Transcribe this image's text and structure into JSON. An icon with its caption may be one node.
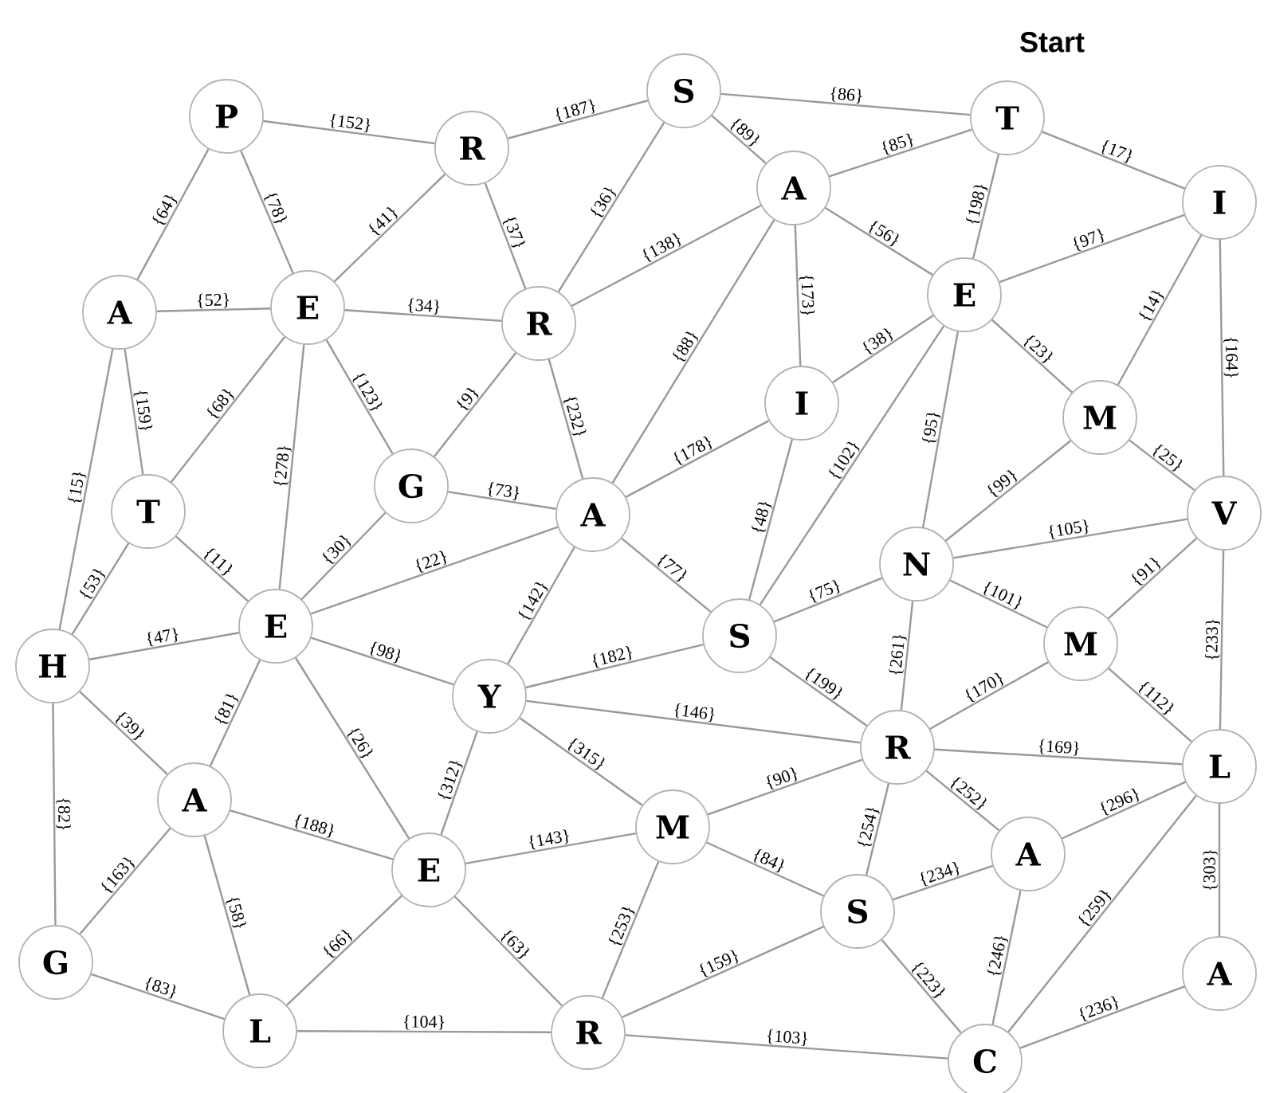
{
  "diagram": {
    "nodes": [
      {
        "text": [
          "P"
        ]
      },
      {
        "text": [
          "R"
        ]
      },
      {
        "text": [
          "S"
        ]
      },
      {
        "text": [
          "T"
        ],
        "beside": [
          "Start"
        ]
      },
      {
        "text": [
          "A"
        ]
      },
      {
        "text": [
          "I"
        ]
      },
      {
        "text": [
          "A"
        ]
      },
      {
        "text": [
          "E"
        ]
      },
      {
        "text": [
          "R"
        ]
      },
      {
        "text": [
          "E"
        ]
      },
      {
        "text": [
          "I"
        ]
      },
      {
        "text": [
          "M"
        ]
      },
      {
        "text": [
          "G"
        ]
      },
      {
        "text": [
          "T"
        ]
      },
      {
        "text": [
          "A"
        ]
      },
      {
        "text": [
          "V"
        ]
      },
      {
        "text": [
          "E"
        ]
      },
      {
        "text": [
          "N"
        ]
      },
      {
        "text": [
          "S"
        ]
      },
      {
        "text": [
          "H"
        ]
      },
      {
        "text": [
          "M"
        ]
      },
      {
        "text": [
          "Y"
        ]
      },
      {
        "text": [
          "R"
        ]
      },
      {
        "text": [
          "L"
        ]
      },
      {
        "text": [
          "A"
        ]
      },
      {
        "text": [
          "M"
        ]
      },
      {
        "text": [
          "E"
        ]
      },
      {
        "text": [
          "A"
        ]
      },
      {
        "text": [
          "S"
        ]
      },
      {
        "text": [
          "G"
        ]
      },
      {
        "text": [
          "L"
        ]
      },
      {
        "text": [
          "R"
        ]
      },
      {
        "text": [
          "A"
        ]
      },
      {
        "text": [
          "C"
        ]
      }
    ],
    "edges": [
      {
        "from": 0,
        "to": 1,
        "arrow": "none",
        "label": "{152}"
      },
      {
        "from": 0,
        "to": 6,
        "arrow": "none",
        "label": "{64}"
      },
      {
        "from": 0,
        "to": 7,
        "arrow": "none",
        "label": "{78}"
      },
      {
        "from": 1,
        "to": 2,
        "arrow": "none",
        "label": "{187}"
      },
      {
        "from": 1,
        "to": 7,
        "arrow": "none",
        "label": "{41}"
      },
      {
        "from": 1,
        "to": 8,
        "arrow": "none",
        "label": "{37}"
      },
      {
        "from": 2,
        "to": 8,
        "arrow": "none",
        "label": "{36}"
      },
      {
        "from": 2,
        "to": 3,
        "arrow": "none",
        "label": "{86}"
      },
      {
        "from": 2,
        "to": 4,
        "arrow": "none",
        "label": "{89}"
      },
      {
        "from": 4,
        "to": 3,
        "arrow": "none",
        "label": "{85}"
      },
      {
        "from": 3,
        "to": 9,
        "arrow": "none",
        "label": "{198}"
      },
      {
        "from": 3,
        "to": 5,
        "arrow": "none",
        "label": "{17}"
      },
      {
        "from": 4,
        "to": 8,
        "arrow": "none",
        "label": "{138}"
      },
      {
        "from": 4,
        "to": 9,
        "arrow": "none",
        "label": "{56}"
      },
      {
        "from": 4,
        "to": 10,
        "arrow": "none",
        "label": "{173}"
      },
      {
        "from": 4,
        "to": 14,
        "arrow": "none",
        "label": "{88}"
      },
      {
        "from": 9,
        "to": 5,
        "arrow": "none",
        "label": "{97}"
      },
      {
        "from": 5,
        "to": 11,
        "arrow": "none",
        "label": "{14}"
      },
      {
        "from": 5,
        "to": 15,
        "arrow": "none",
        "label": "{164}"
      },
      {
        "from": 6,
        "to": 7,
        "arrow": "none",
        "label": "{52}"
      },
      {
        "from": 7,
        "to": 8,
        "arrow": "none",
        "label": "{34}"
      },
      {
        "from": 6,
        "to": 13,
        "arrow": "none",
        "label": "{159}"
      },
      {
        "from": 6,
        "to": 19,
        "arrow": "none",
        "label": "{15}"
      },
      {
        "from": 7,
        "to": 13,
        "arrow": "none",
        "label": "{68}"
      },
      {
        "from": 7,
        "to": 16,
        "arrow": "none",
        "label": "{278}"
      },
      {
        "from": 7,
        "to": 12,
        "arrow": "none",
        "label": "{123}"
      },
      {
        "from": 8,
        "to": 12,
        "arrow": "none",
        "label": "{9}"
      },
      {
        "from": 8,
        "to": 14,
        "arrow": "none",
        "label": "{232}"
      },
      {
        "from": 10,
        "to": 9,
        "arrow": "none",
        "label": "{38}"
      },
      {
        "from": 9,
        "to": 11,
        "arrow": "none",
        "label": "{23}"
      },
      {
        "from": 9,
        "to": 17,
        "arrow": "none",
        "label": "{95}"
      },
      {
        "from": 9,
        "to": 18,
        "arrow": "none",
        "label": "{102}"
      },
      {
        "from": 14,
        "to": 10,
        "arrow": "none",
        "label": "{178}"
      },
      {
        "from": 10,
        "to": 18,
        "arrow": "none",
        "label": "{48}"
      },
      {
        "from": 11,
        "to": 15,
        "arrow": "none",
        "label": "{25}"
      },
      {
        "from": 11,
        "to": 17,
        "arrow": "none",
        "label": "{99}"
      },
      {
        "from": 17,
        "to": 15,
        "arrow": "none",
        "label": "{105}"
      },
      {
        "from": 12,
        "to": 14,
        "arrow": "none",
        "label": "{73}"
      },
      {
        "from": 16,
        "to": 12,
        "arrow": "none",
        "label": "{30}"
      },
      {
        "from": 13,
        "to": 16,
        "arrow": "none",
        "label": "{11}"
      },
      {
        "from": 19,
        "to": 13,
        "arrow": "none",
        "label": "{53}"
      },
      {
        "from": 16,
        "to": 14,
        "arrow": "none",
        "label": "{22}"
      },
      {
        "from": 21,
        "to": 14,
        "arrow": "none",
        "label": "{142}"
      },
      {
        "from": 14,
        "to": 18,
        "arrow": "none",
        "label": "{77}"
      },
      {
        "from": 18,
        "to": 17,
        "arrow": "none",
        "label": "{75}"
      },
      {
        "from": 21,
        "to": 18,
        "arrow": "none",
        "label": "{182}"
      },
      {
        "from": 18,
        "to": 22,
        "arrow": "none",
        "label": "{199}"
      },
      {
        "from": 17,
        "to": 20,
        "arrow": "none",
        "label": "{101}"
      },
      {
        "from": 20,
        "to": 15,
        "arrow": "none",
        "label": "{91}"
      },
      {
        "from": 22,
        "to": 17,
        "arrow": "none",
        "label": "{261}"
      },
      {
        "from": 15,
        "to": 23,
        "arrow": "none",
        "label": "{233}"
      },
      {
        "from": 19,
        "to": 16,
        "arrow": "none",
        "label": "{47}"
      },
      {
        "from": 16,
        "to": 21,
        "arrow": "none",
        "label": "{98}"
      },
      {
        "from": 24,
        "to": 16,
        "arrow": "none",
        "label": "{81}"
      },
      {
        "from": 16,
        "to": 26,
        "arrow": "none",
        "label": "{26}"
      },
      {
        "from": 19,
        "to": 24,
        "arrow": "none",
        "label": "{39}"
      },
      {
        "from": 19,
        "to": 29,
        "arrow": "none",
        "label": "{82}"
      },
      {
        "from": 21,
        "to": 22,
        "arrow": "none",
        "label": "{146}"
      },
      {
        "from": 21,
        "to": 25,
        "arrow": "none",
        "label": "{315}"
      },
      {
        "from": 26,
        "to": 21,
        "arrow": "none",
        "label": "{312}"
      },
      {
        "from": 22,
        "to": 20,
        "arrow": "none",
        "label": "{170}"
      },
      {
        "from": 22,
        "to": 23,
        "arrow": "none",
        "label": "{169}"
      },
      {
        "from": 20,
        "to": 23,
        "arrow": "none",
        "label": "{112}"
      },
      {
        "from": 24,
        "to": 26,
        "arrow": "none",
        "label": "{188}"
      },
      {
        "from": 29,
        "to": 24,
        "arrow": "none",
        "label": "{163}"
      },
      {
        "from": 24,
        "to": 30,
        "arrow": "none",
        "label": "{58}"
      },
      {
        "from": 26,
        "to": 25,
        "arrow": "none",
        "label": "{143}"
      },
      {
        "from": 25,
        "to": 22,
        "arrow": "none",
        "label": "{90}"
      },
      {
        "from": 22,
        "to": 27,
        "arrow": "none",
        "label": "{252}"
      },
      {
        "from": 28,
        "to": 22,
        "arrow": "none",
        "label": "{254}"
      },
      {
        "from": 27,
        "to": 23,
        "arrow": "none",
        "label": "{296}"
      },
      {
        "from": 29,
        "to": 30,
        "arrow": "none",
        "label": "{83}"
      },
      {
        "from": 30,
        "to": 26,
        "arrow": "none",
        "label": "{66}"
      },
      {
        "from": 26,
        "to": 31,
        "arrow": "none",
        "label": "{63}"
      },
      {
        "from": 31,
        "to": 25,
        "arrow": "none",
        "label": "{253}"
      },
      {
        "from": 30,
        "to": 31,
        "arrow": "none",
        "label": "{104}"
      },
      {
        "from": 25,
        "to": 28,
        "arrow": "none",
        "label": "{84}"
      },
      {
        "from": 28,
        "to": 27,
        "arrow": "none",
        "label": "{234}"
      },
      {
        "from": 31,
        "to": 28,
        "arrow": "none",
        "label": "{159}"
      },
      {
        "from": 31,
        "to": 33,
        "arrow": "none",
        "label": "{103}"
      },
      {
        "from": 28,
        "to": 33,
        "arrow": "none",
        "label": "{223}"
      },
      {
        "from": 33,
        "to": 27,
        "arrow": "none",
        "label": "{246}"
      },
      {
        "from": 33,
        "to": 23,
        "arrow": "none",
        "label": "{259}"
      },
      {
        "from": 32,
        "to": 23,
        "arrow": "none",
        "label": "{303}"
      },
      {
        "from": 33,
        "to": 32,
        "arrow": "none",
        "label": "{236}"
      }
    ]
  }
}
